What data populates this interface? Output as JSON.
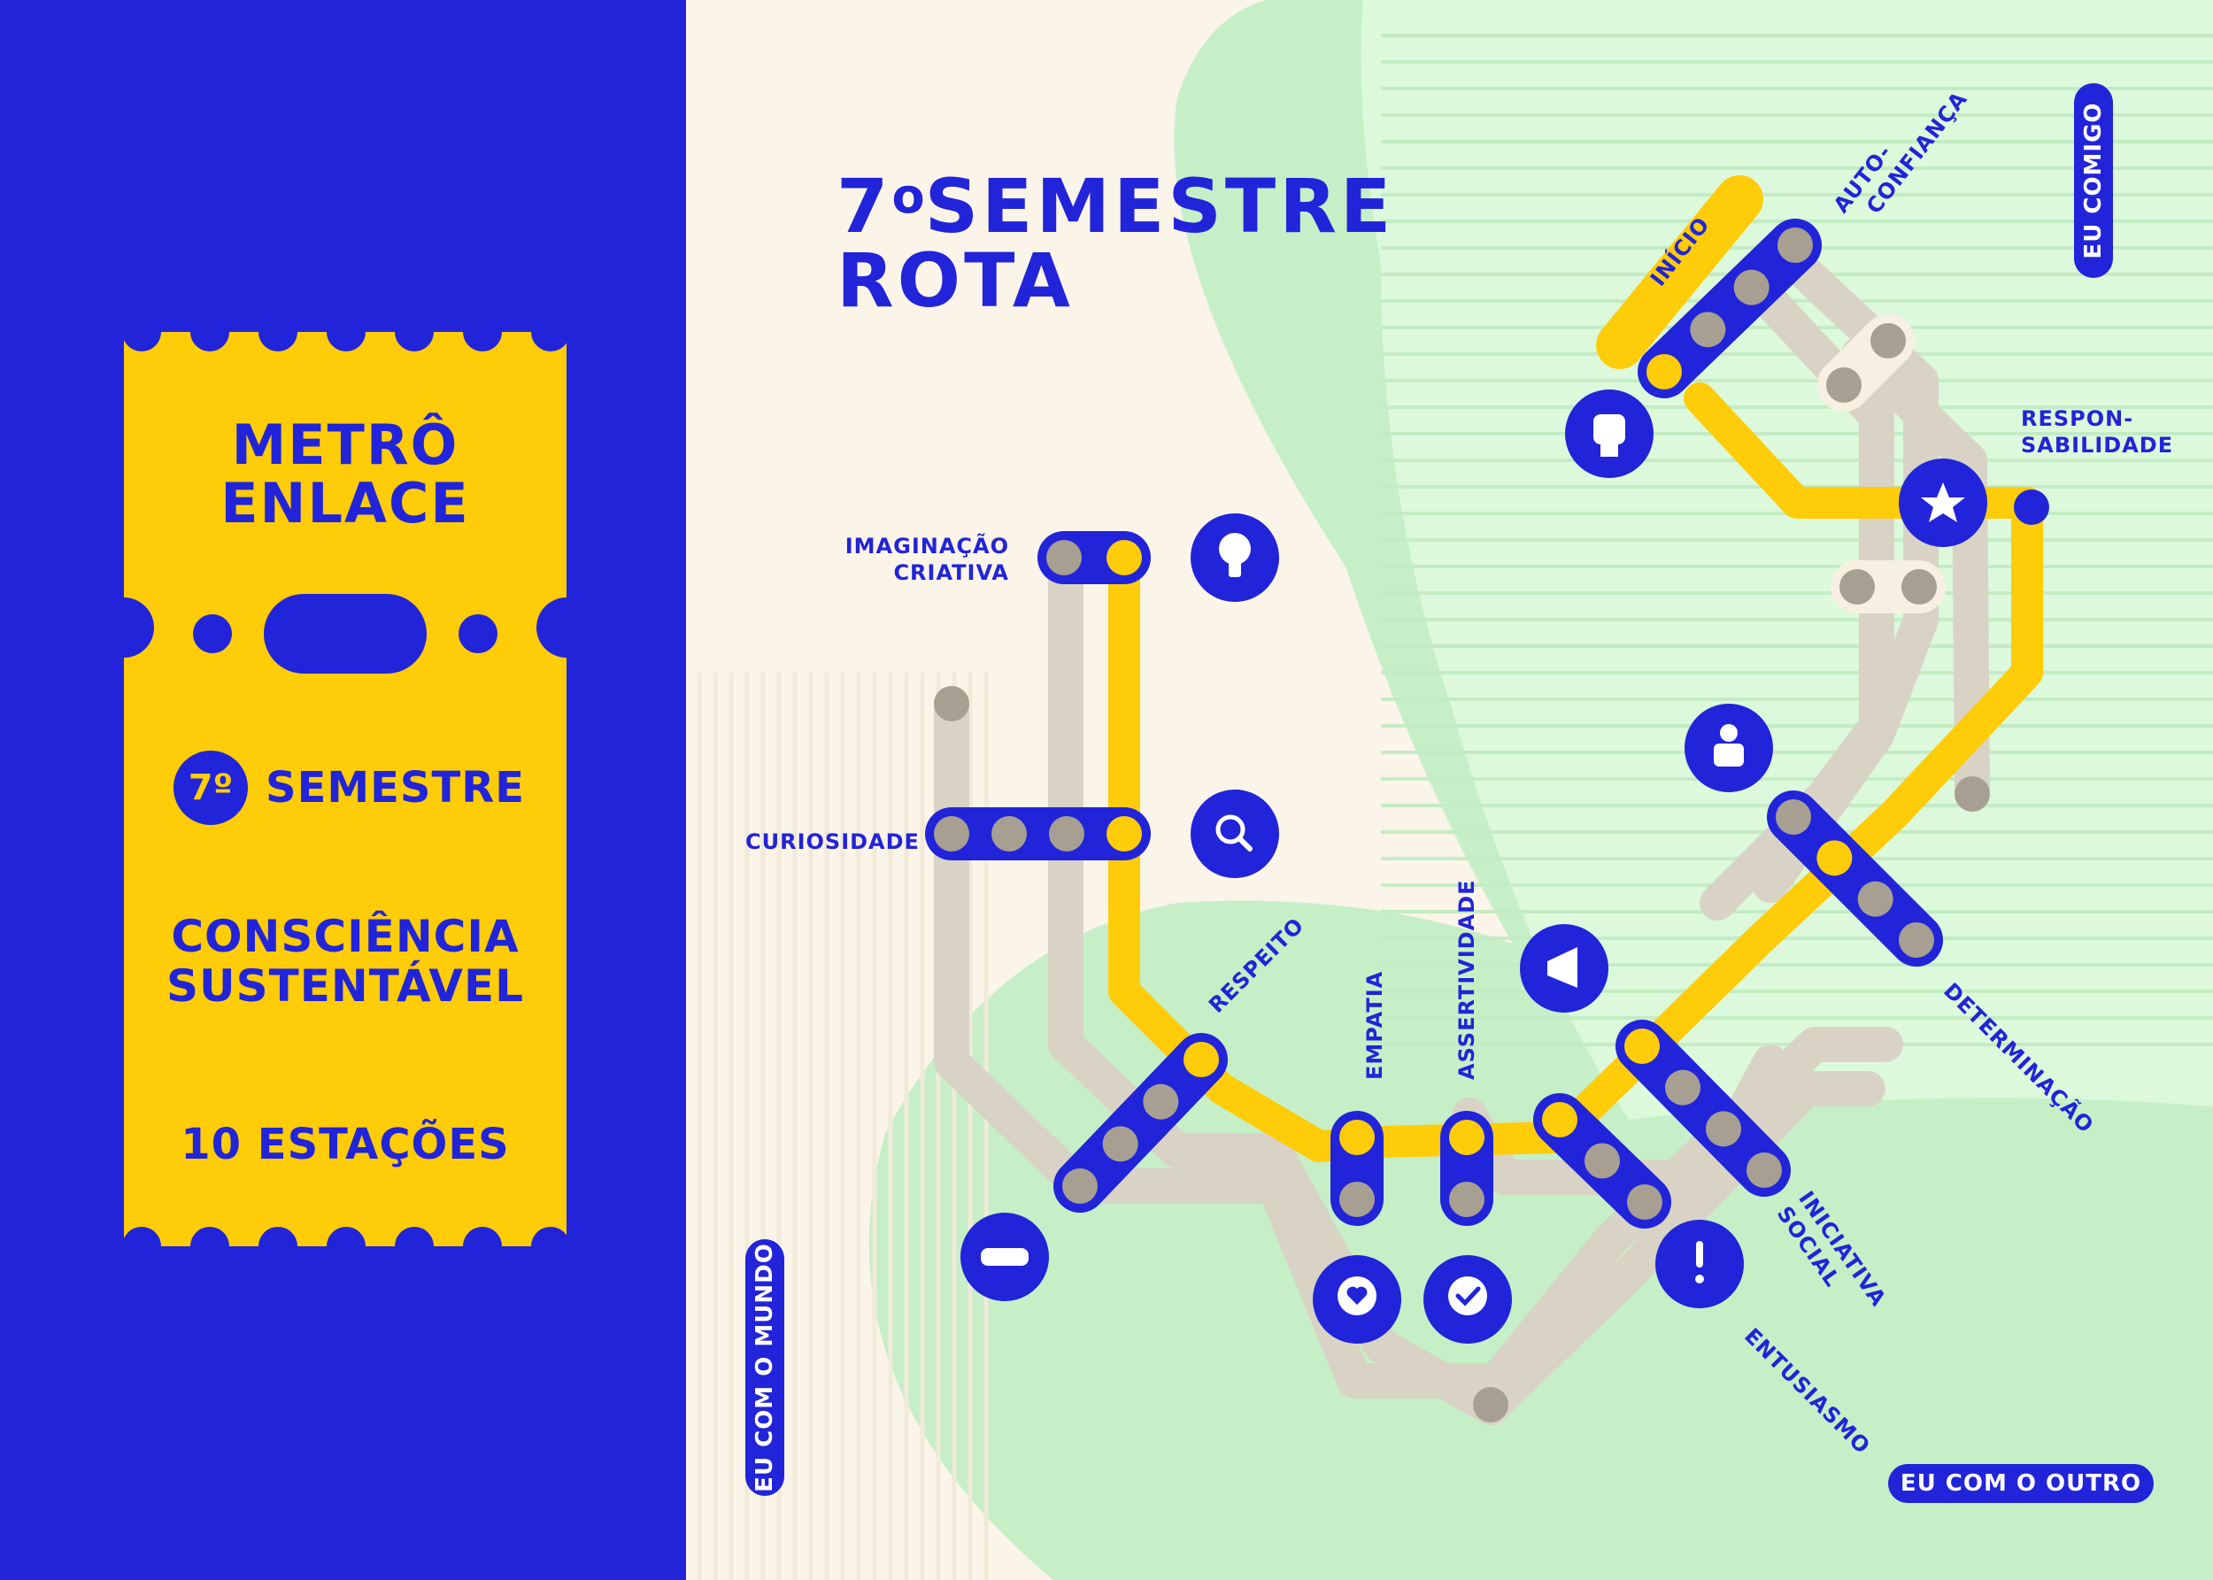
{
  "colors": {
    "blue": "#2124d8",
    "yellow": "#ffcc0a",
    "gray_line": "#d9d3c6",
    "station_gray": "#a7a092",
    "cream": "#fbf4e8",
    "green": "#c6efc8",
    "green_light": "#dcf9dc"
  },
  "ticket": {
    "title_line1": "METRÔ",
    "title_line2": "ENLACE",
    "badge": "7º",
    "semester": "SEMESTRE",
    "theme_line1": "CONSCIÊNCIA",
    "theme_line2": "SUSTENTÁVEL",
    "stations": "10 ESTAÇÕES"
  },
  "route": {
    "title_num": "7",
    "title_sup": "o",
    "title_line1": "SEMESTRE",
    "title_line2": "ROTA"
  },
  "zones": {
    "eu_comigo": "EU COMIGO",
    "eu_com_o_mundo": "EU COM O MUNDO",
    "eu_com_o_outro": "EU COM O OUTRO"
  },
  "stations": {
    "inicio": "INÍCIO",
    "autoconfianca_1": "AUTO-",
    "autoconfianca_2": "CONFIANÇA",
    "responsabilidade_1": "RESPON-",
    "responsabilidade_2": "SABILIDADE",
    "imaginacao_1": "IMAGINAÇÃO",
    "imaginacao_2": "CRIATIVA",
    "curiosidade": "CURIOSIDADE",
    "respeito": "RESPEITO",
    "empatia": "EMPATIA",
    "assertividade": "ASSERTIVIDADE",
    "determinacao": "DETERMINAÇÃO",
    "iniciativa_1": "INICIATIVA",
    "iniciativa_2": "SOCIAL",
    "entusiasmo": "ENTUSIASMO"
  },
  "icons": [
    "fist-icon",
    "star-icon",
    "lightbulb-icon",
    "magnifier-icon",
    "strength-icon",
    "megaphone-icon",
    "handshake-icon",
    "heart-bubble-icon",
    "check-bubble-icon",
    "exclamation-icon"
  ]
}
